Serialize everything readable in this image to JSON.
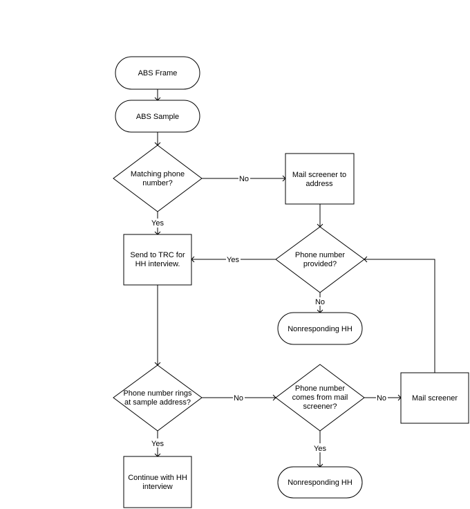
{
  "nodes": {
    "abs_frame": "ABS Frame",
    "abs_sample": "ABS Sample",
    "matching_phone": [
      "Matching phone",
      "number?"
    ],
    "mail_screener_address": [
      "Mail screener to",
      "address"
    ],
    "send_trc": [
      "Send to TRC for",
      "HH interview."
    ],
    "phone_provided": [
      "Phone number",
      "provided?"
    ],
    "nonresponding_1": "Nonresponding HH",
    "phone_rings": [
      "Phone number rings",
      "at sample address?"
    ],
    "phone_from_mail": [
      "Phone number",
      "comes from mail",
      "screener?"
    ],
    "mail_screener": "Mail screener",
    "continue_interview": [
      "Continue with HH",
      "interview"
    ],
    "nonresponding_2": "Nonresponding HH"
  },
  "edges": {
    "matching_no": "No",
    "matching_yes": "Yes",
    "provided_yes": "Yes",
    "provided_no": "No",
    "rings_no": "No",
    "rings_yes": "Yes",
    "from_mail_no": "No",
    "from_mail_yes": "Yes"
  }
}
